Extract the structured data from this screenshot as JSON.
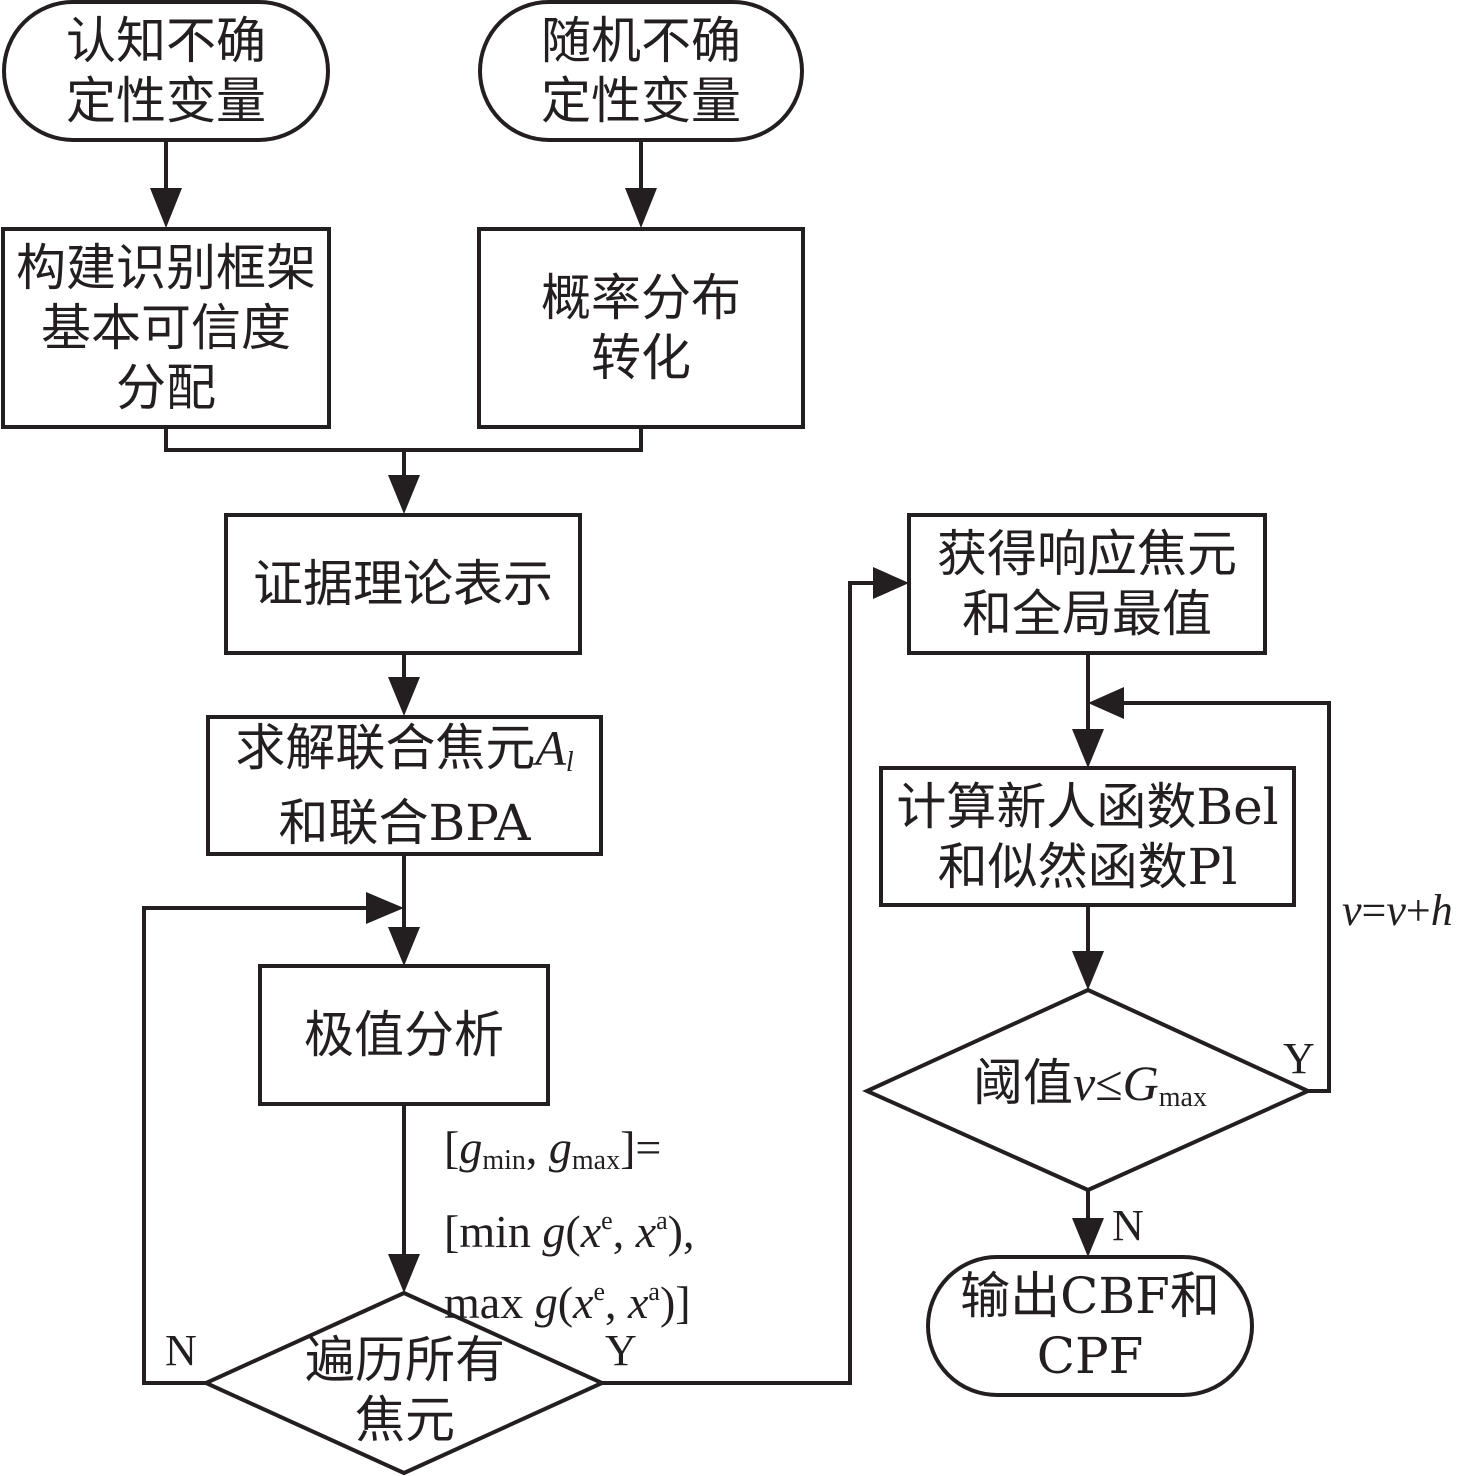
{
  "nodes": {
    "epistemic_input": {
      "line1": "认知不确",
      "line2": "定性变量"
    },
    "aleatory_input": {
      "line1": "随机不确",
      "line2": "定性变量"
    },
    "build_frame": {
      "line1": "构建识别框架",
      "line2": "基本可信度",
      "line3": "分配"
    },
    "prob_transform": {
      "line1": "概率分布",
      "line2": "转化"
    },
    "evidence_repr": {
      "line1": "证据理论表示"
    },
    "joint_focal": {
      "line1_text": "求解联合焦元",
      "line1_var": "A",
      "line1_sub": "l",
      "line2": "和联合BPA"
    },
    "extreme_analysis": {
      "line1": "极值分析"
    },
    "traverse_decision": {
      "line1": "遍历所有",
      "line2": "焦元"
    },
    "response_focal": {
      "line1": "获得响应焦元",
      "line2": "和全局最值"
    },
    "compute_bel_pl": {
      "line1": "计算新人函数Bel",
      "line2": "和似然函数Pl"
    },
    "threshold_decision": {
      "text": "阈值",
      "var": "v",
      "op": "≤",
      "G": "G",
      "sub": "max"
    },
    "output": {
      "line1": "输出CBF和",
      "line2": "CPF"
    }
  },
  "formula": {
    "g": "g",
    "min_sub": "min",
    "max_sub": "max",
    "line1_end": "]=",
    "min_word": "min",
    "max_word": "max",
    "x": "x",
    "sup_e": "e",
    "sup_a": "a"
  },
  "labels": {
    "traverse_no": "N",
    "traverse_yes": "Y",
    "threshold_yes": "Y",
    "threshold_no": "N",
    "increment": {
      "v1": "v",
      "eq": "=",
      "v2": "v",
      "plus": "+",
      "h": "h"
    }
  }
}
